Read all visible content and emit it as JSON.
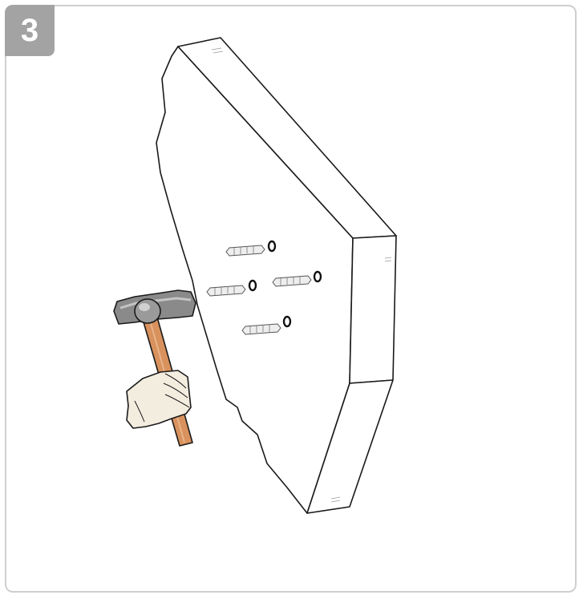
{
  "step": {
    "number": "3"
  },
  "illustration": {
    "subject": "hammer-anchors-into-wall",
    "anchor_count": 4,
    "colors": {
      "badge": "#a3a3a3",
      "frame_border": "#cfcfcf",
      "hammer_handle": "#d9925d",
      "hammer_head": "#8a8a8a",
      "glove": "#f3ede0",
      "outline": "#1a1a1a"
    }
  }
}
